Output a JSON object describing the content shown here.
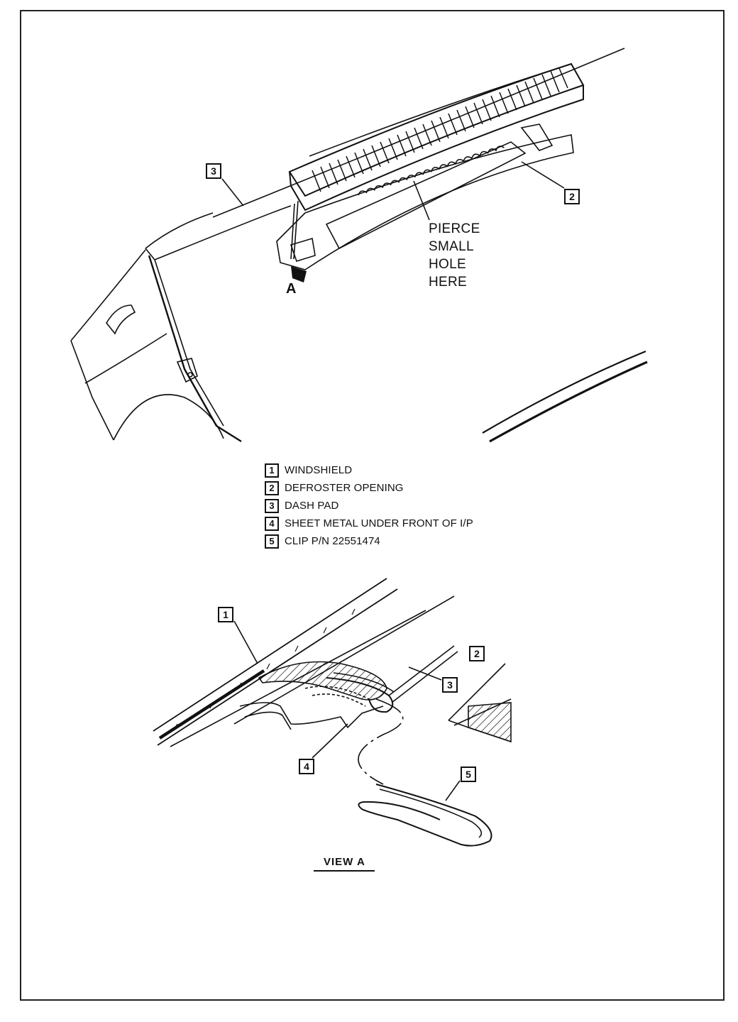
{
  "diagram": {
    "top_view": {
      "callouts": {
        "dash_pad": "3",
        "defroster_opening": "2"
      },
      "note_lines": [
        "PIERCE",
        "SMALL",
        "HOLE",
        "HERE"
      ],
      "view_marker": "A"
    },
    "legend": [
      {
        "num": "1",
        "label": "WINDSHIELD"
      },
      {
        "num": "2",
        "label": "DEFROSTER OPENING"
      },
      {
        "num": "3",
        "label": "DASH PAD"
      },
      {
        "num": "4",
        "label": "SHEET METAL UNDER FRONT OF I/P"
      },
      {
        "num": "5",
        "label": "CLIP P/N 22551474"
      }
    ],
    "view_a": {
      "callouts": {
        "windshield": "1",
        "defroster_opening": "2",
        "dash_pad": "3",
        "sheet_metal": "4",
        "clip": "5"
      },
      "caption": "VIEW A"
    }
  }
}
